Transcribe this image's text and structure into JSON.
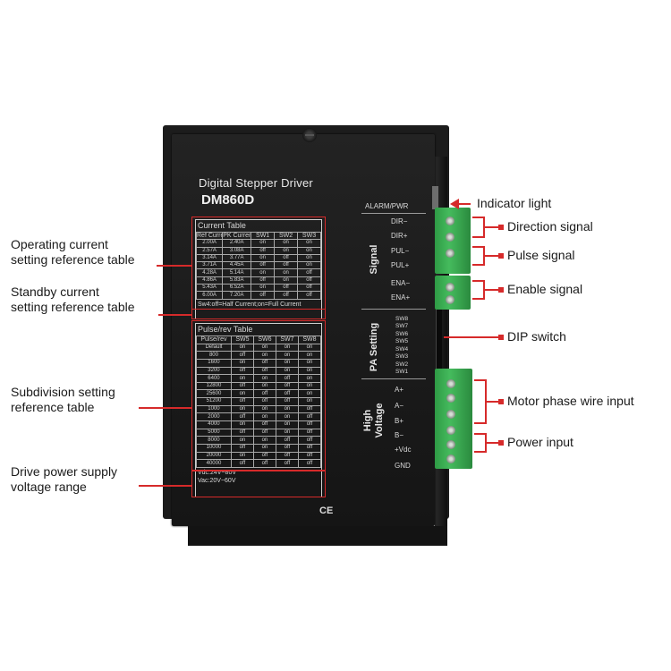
{
  "device": {
    "title": "Digital Stepper Driver",
    "model": "DM860D",
    "ce_mark": "CE",
    "alarm_label": "ALARM/PWR",
    "signal_group_label": "Signal",
    "pa_group_label": "PA Setting",
    "hv_group_label": "High Voltage",
    "signal_pins": [
      "DIR−",
      "DIR+",
      "PUL−",
      "PUL+",
      "ENA−",
      "ENA+"
    ],
    "dip_switches": [
      "SW8",
      "SW7",
      "SW6",
      "SW5",
      "SW4",
      "SW3",
      "SW2",
      "SW1"
    ],
    "power_pins": [
      "A+",
      "A−",
      "B+",
      "B−",
      "+Vdc",
      "GND"
    ],
    "terminal_color": "#3aa852"
  },
  "current_table": {
    "title": "Current  Table",
    "headers": [
      "Ref Current",
      "PK Current",
      "SW1",
      "SW2",
      "SW3"
    ],
    "rows": [
      [
        "2.00A",
        "2.40A",
        "on",
        "on",
        "on"
      ],
      [
        "2.57A",
        "3.08A",
        "off",
        "on",
        "on"
      ],
      [
        "3.14A",
        "3.77A",
        "on",
        "off",
        "on"
      ],
      [
        "3.71A",
        "4.45A",
        "off",
        "off",
        "on"
      ],
      [
        "4.28A",
        "5.14A",
        "on",
        "on",
        "off"
      ],
      [
        "4.86A",
        "5.83A",
        "off",
        "on",
        "off"
      ],
      [
        "5.43A",
        "6.52A",
        "on",
        "off",
        "off"
      ],
      [
        "6.00A",
        "7.20A",
        "off",
        "off",
        "off"
      ]
    ],
    "note": "Sw4:off=Half Current;on=Full Current"
  },
  "pulse_table": {
    "title": "Pulse/rev Table",
    "headers": [
      "Pulse/rev",
      "SW5",
      "SW6",
      "SW7",
      "SW8"
    ],
    "rows": [
      [
        "Default",
        "on",
        "on",
        "on",
        "on"
      ],
      [
        "800",
        "off",
        "on",
        "on",
        "on"
      ],
      [
        "1600",
        "on",
        "off",
        "on",
        "on"
      ],
      [
        "3200",
        "off",
        "off",
        "on",
        "on"
      ],
      [
        "6400",
        "on",
        "on",
        "off",
        "on"
      ],
      [
        "12800",
        "off",
        "on",
        "off",
        "on"
      ],
      [
        "25600",
        "on",
        "off",
        "off",
        "on"
      ],
      [
        "51200",
        "off",
        "off",
        "off",
        "on"
      ],
      [
        "1000",
        "on",
        "on",
        "on",
        "off"
      ],
      [
        "2000",
        "off",
        "on",
        "on",
        "off"
      ],
      [
        "4000",
        "on",
        "off",
        "on",
        "off"
      ],
      [
        "5000",
        "off",
        "off",
        "on",
        "off"
      ],
      [
        "8000",
        "on",
        "on",
        "off",
        "off"
      ],
      [
        "10000",
        "off",
        "on",
        "off",
        "off"
      ],
      [
        "20000",
        "on",
        "off",
        "off",
        "off"
      ],
      [
        "40000",
        "off",
        "off",
        "off",
        "off"
      ]
    ],
    "voltage_lines": [
      "Vdc:24V~80V",
      "Vac:20V~60V"
    ]
  },
  "callouts": {
    "left": [
      "Operating current\nsetting reference table",
      "Standby current\nsetting reference table",
      "Subdivision setting\nreference table",
      "Drive power supply\nvoltage range"
    ],
    "right": [
      "Indicator light",
      "Direction signal",
      "Pulse signal",
      "Enable signal",
      "DIP switch",
      "Motor phase wire input",
      "Power input"
    ],
    "line_color": "#d62a2a"
  }
}
